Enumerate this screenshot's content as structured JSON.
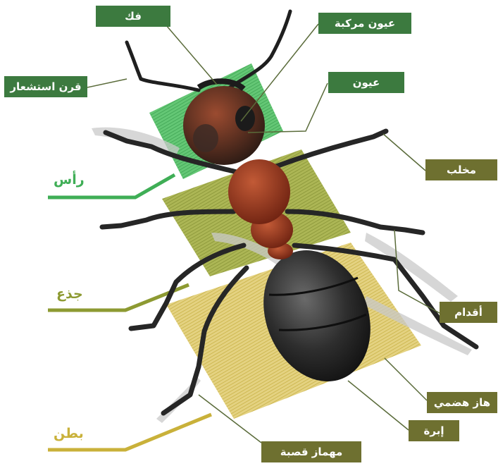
{
  "labels": {
    "mandible": "فك",
    "compound_eyes": "عيون مركبة",
    "antenna": "قرن استشعار",
    "eyes": "عيون",
    "claw": "مخلب",
    "legs": "أقدام",
    "digestive_system": "هاز هضمي",
    "stinger": "إبرة",
    "tibial_spur": "مهماز قصبة"
  },
  "sections": {
    "head": "رأس",
    "thorax": "جذع",
    "abdomen": "بطن"
  },
  "colors": {
    "head_green": "#3fae56",
    "thorax_olive": "#8d9a32",
    "abdomen_yellow": "#c9b13a",
    "label_green": "#3c7a3f",
    "label_olive": "#6e7030"
  }
}
